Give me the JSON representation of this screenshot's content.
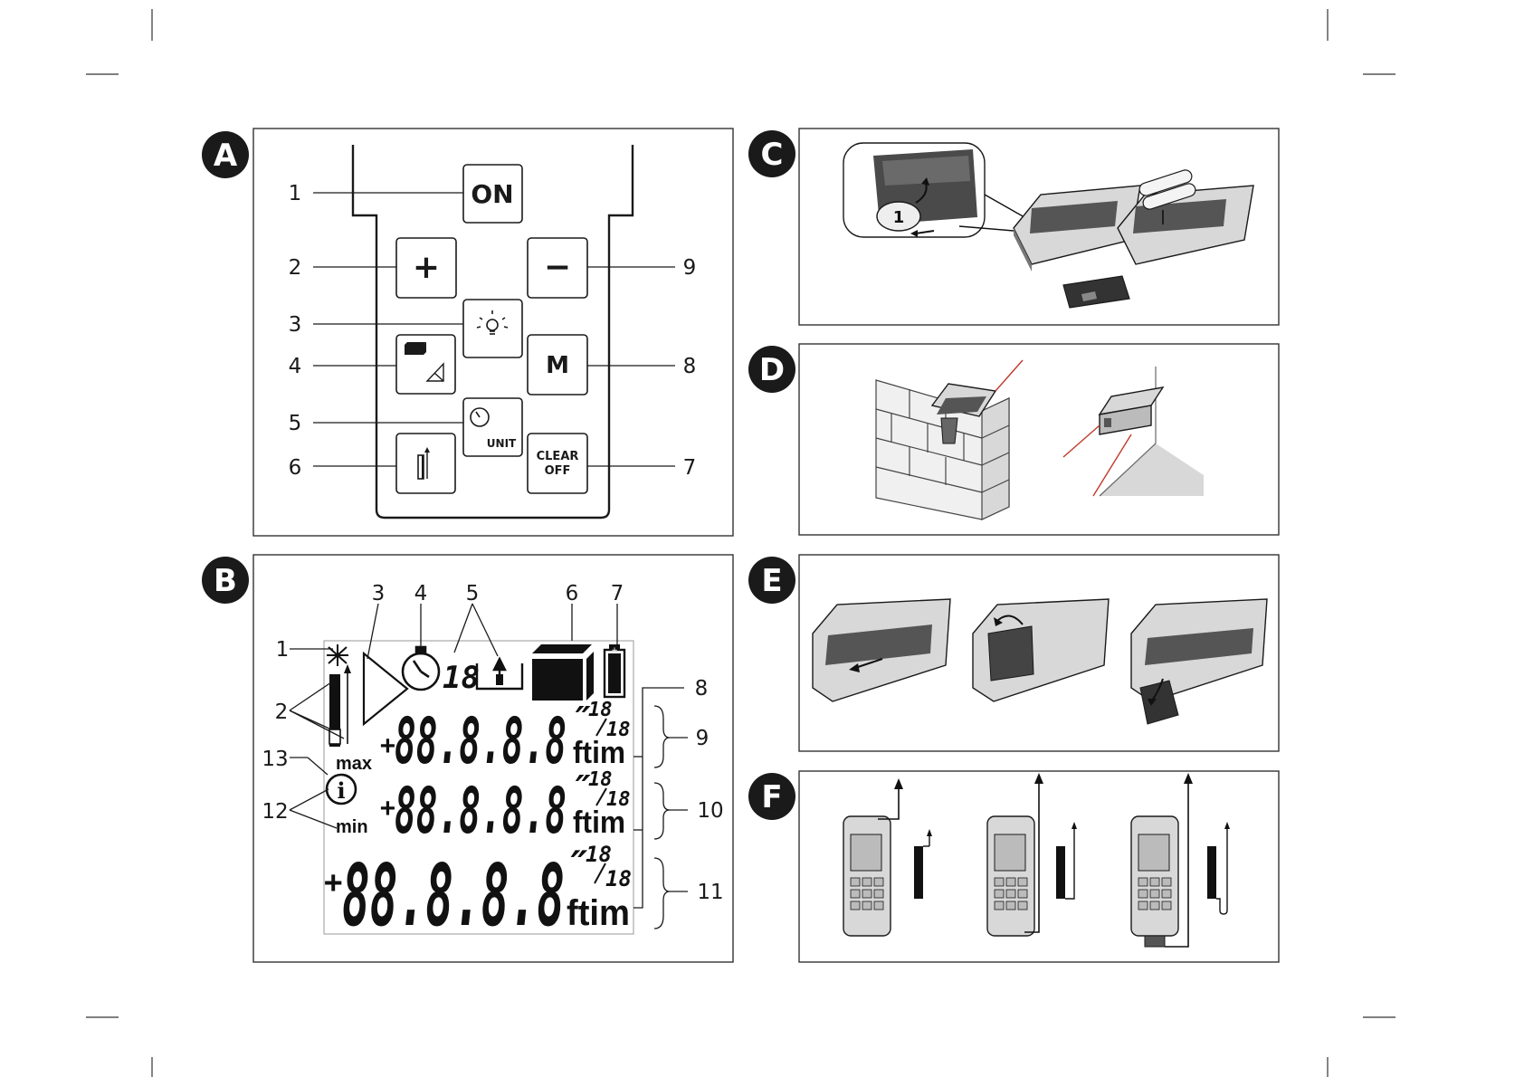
{
  "panels": {
    "a": {
      "badge": "A",
      "keys": {
        "on": "ON",
        "plus": "+",
        "minus": "−",
        "m": "M",
        "unit": "UNIT",
        "clear": "CLEAR",
        "off": "OFF"
      },
      "callouts": [
        "1",
        "2",
        "3",
        "4",
        "5",
        "6",
        "7",
        "8",
        "9"
      ]
    },
    "b": {
      "badge": "B",
      "callouts": [
        "1",
        "2",
        "3",
        "4",
        "5",
        "6",
        "7",
        "8",
        "9",
        "10",
        "11",
        "12",
        "13"
      ],
      "display": {
        "small_digits": "18",
        "max": "max",
        "min": "min",
        "sign": "+",
        "digits": "88.8.8.8",
        "feet_mark": "′",
        "inch_mark": "″",
        "fraction_num": "18",
        "fraction_den": "18",
        "unit": "ftim",
        "info": "i"
      }
    },
    "c": {
      "badge": "C",
      "step": "1"
    },
    "d": {
      "badge": "D"
    },
    "e": {
      "badge": "E"
    },
    "f": {
      "badge": "F"
    }
  },
  "colors": {
    "ink": "#1a1a1a",
    "laser": "#c0392b",
    "panel_border": "#333333",
    "badge_bg": "#1a1a1a",
    "display_border": "#999999"
  }
}
